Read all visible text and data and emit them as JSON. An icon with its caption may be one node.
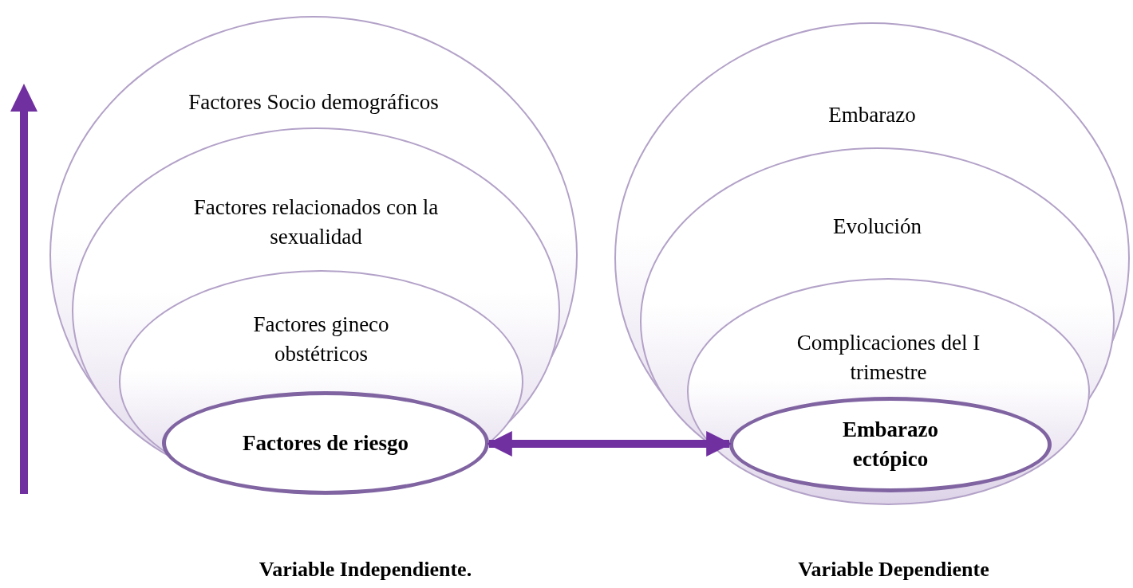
{
  "diagram": {
    "nodes": [
      {
        "text": [
          "Factores Socio demográficos"
        ]
      },
      {
        "text": [
          "Factores relacionados con la sexualidad"
        ],
        "in": 0
      },
      {
        "text": [
          "Factores gineco obstétricos"
        ],
        "in": 1
      },
      {
        "text": [
          "Factores de riesgo"
        ],
        "in": 2
      },
      {
        "text": [
          "Embarazo"
        ]
      },
      {
        "text": [
          "Evolución"
        ],
        "in": 4
      },
      {
        "text": [
          "Complicaciones del I trimestre"
        ],
        "in": 5
      },
      {
        "text": [
          "Embarazo ectópico"
        ],
        "in": 6
      }
    ],
    "edges": [
      {
        "from": 3,
        "to": 7,
        "arrow": "both"
      }
    ],
    "labels": [
      "Variable Independiente.",
      "Variable Dependiente"
    ]
  }
}
